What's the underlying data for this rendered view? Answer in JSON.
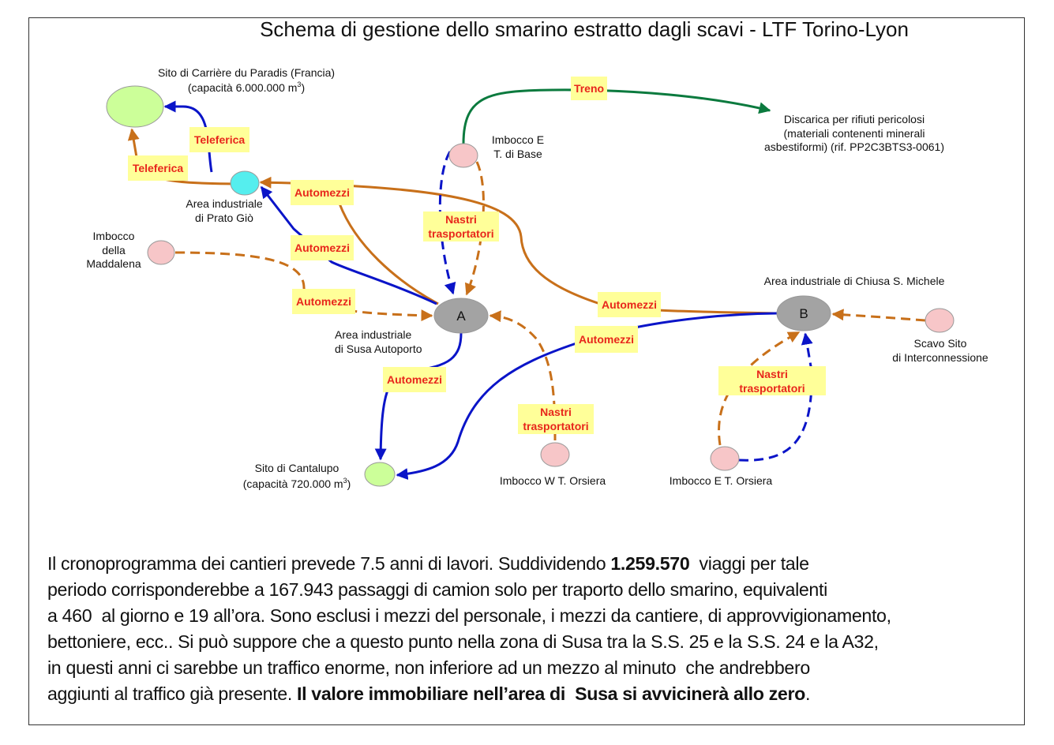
{
  "title": "Schema di gestione dello smarino estratto  dagli scavi - LTF Torino-Lyon",
  "colors": {
    "truck": "#c8701a",
    "belt_blue": "#0a14c8",
    "train": "#0b7a3e",
    "label_bg": "#ffff99",
    "label_text": "#e8261c"
  },
  "nodes": {
    "carriere": {
      "line1": "Sito di Carrière du Paradis (Francia)",
      "line2_pre": "(capacità 6.000.000 m",
      "line2_sup": "3",
      "line2_post": ")"
    },
    "imbocco_e_base": {
      "line1": "Imbocco E",
      "line2": "T. di Base"
    },
    "discarica": {
      "line1": "Discarica per rifiuti pericolosi",
      "line2": "(materiali contenenti minerali",
      "line3": "asbestiformi) (rif. PP2C3BTS3-0061)"
    },
    "prato_gio": {
      "line1": "Area industriale",
      "line2": "di Prato Giò"
    },
    "maddalena": {
      "line1": "Imbocco",
      "line2": "della",
      "line3": "Maddalena"
    },
    "susa": {
      "letter": "A",
      "line1": "Area industriale",
      "line2": "di Susa Autoporto"
    },
    "chiusa": {
      "letter": "B",
      "line1": "Area industriale di Chiusa S. Michele"
    },
    "scavo": {
      "line1": "Scavo Sito",
      "line2": "di Interconnessione"
    },
    "cantalupo": {
      "line1": "Sito di Cantalupo",
      "line2_pre": "(capacità 720.000 m",
      "line2_sup": "3",
      "line2_post": ")"
    },
    "imbocco_w_orsiera": {
      "line1": "Imbocco W T. Orsiera"
    },
    "imbocco_e_orsiera": {
      "line1": "Imbocco E T. Orsiera"
    }
  },
  "edge_labels": {
    "treno": "Treno",
    "teleferica": "Teleferica",
    "automezzi": "Automezzi",
    "nastri_1": "Nastri",
    "nastri_2": "trasportatori"
  },
  "body": {
    "l1a": "Il cronoprogramma dei cantieri prevede 7.5 anni di lavori. Suddividendo ",
    "l1b": "1.259.570",
    "l1c": "  viaggi per tale",
    "l2": "periodo corrisponderebbe a 167.943 passaggi di camion solo per traporto dello smarino, equivalenti",
    "l3": "a 460  al giorno e 19 all’ora. Sono esclusi i mezzi del personale, i mezzi da cantiere, di approvvigionamento,",
    "l4": "bettoniere, ecc.. Si può suppore che a questo punto nella zona di Susa tra la S.S. 25 e la S.S. 24 e la A32,",
    "l5": "in questi anni ci sarebbe un traffico enorme, non inferiore ad un mezzo al minuto  che andrebbero",
    "l6a": "aggiunti al traffico già presente. ",
    "l6b": "Il valore immobiliare nell’area di  Susa si avvicinerà allo zero",
    "l6c": "."
  }
}
